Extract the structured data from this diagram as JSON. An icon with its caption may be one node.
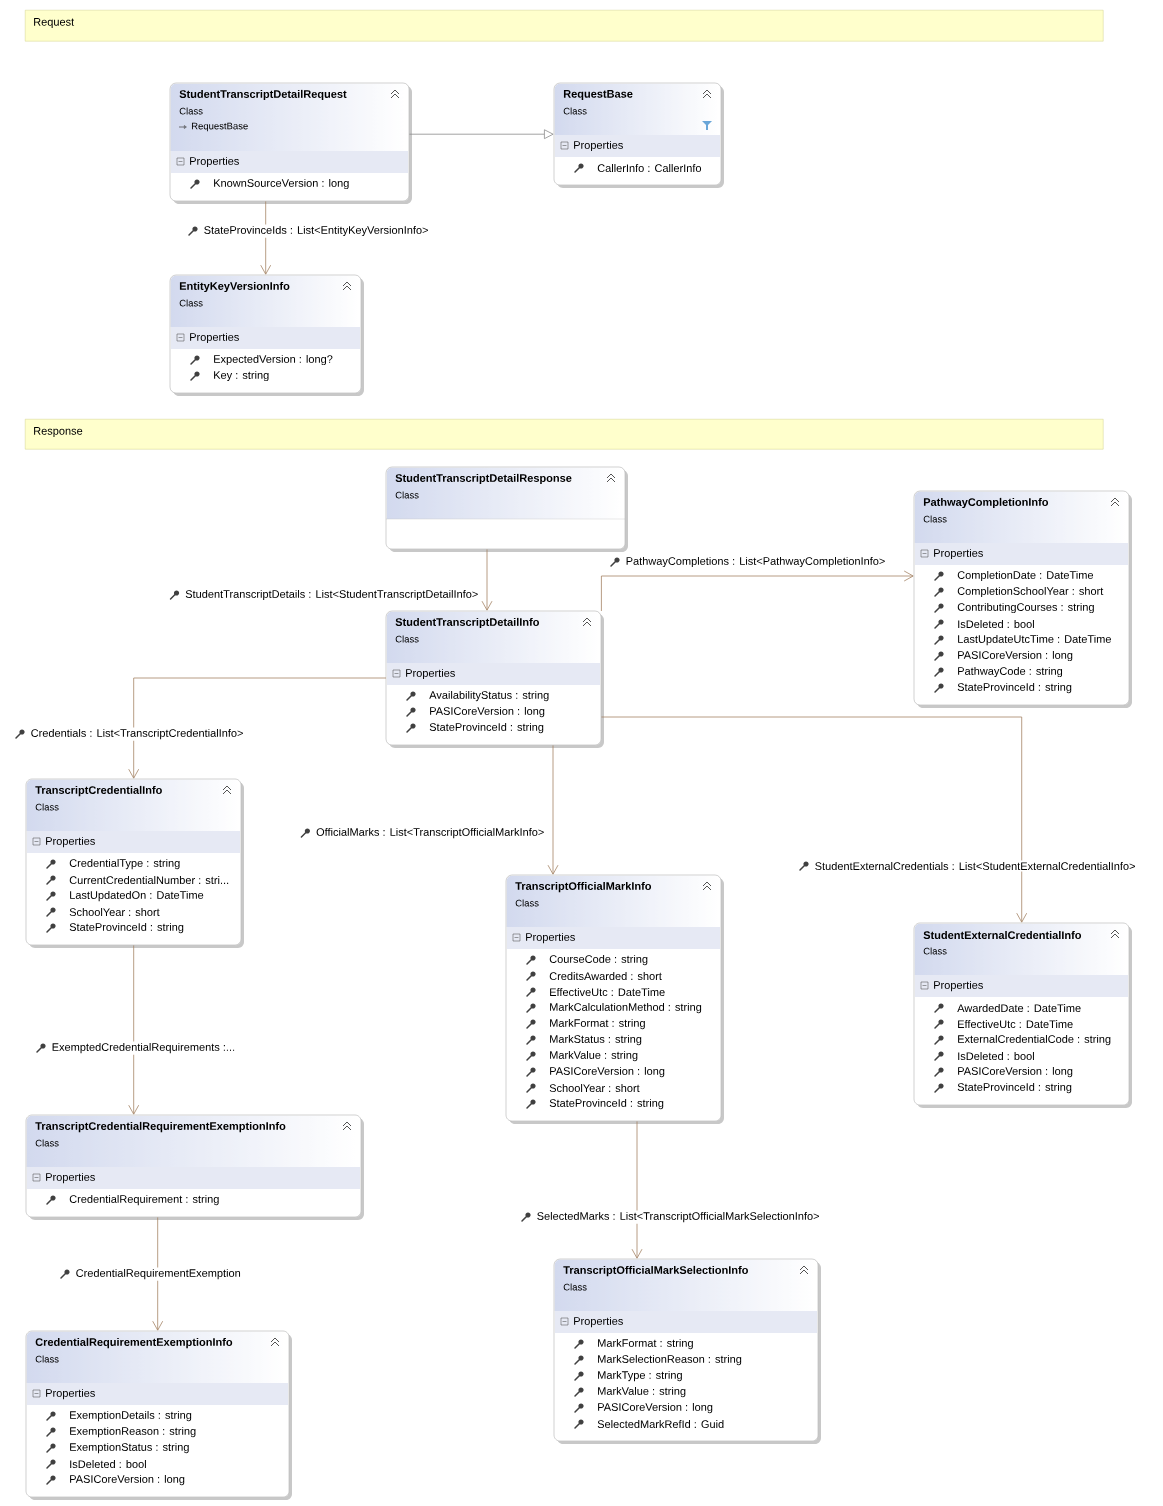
{
  "diagram": {
    "nodes": [
      {
        "text": [
          "Request"
        ]
      },
      {
        "text": [
          "StudentTranscriptDetailRequest",
          "Class",
          "RequestBase",
          "Properties",
          "KnownSourceVersion : long"
        ]
      },
      {
        "text": [
          "RequestBase",
          "Class",
          "Properties",
          "CallerInfo : CallerInfo"
        ]
      },
      {
        "text": [
          "EntityKeyVersionInfo",
          "Class",
          "Properties",
          "ExpectedVersion : long?",
          "Key : string"
        ]
      },
      {
        "text": [
          "Response"
        ]
      },
      {
        "text": [
          "StudentTranscriptDetailResponse",
          "Class"
        ]
      },
      {
        "text": [
          "PathwayCompletionInfo",
          "Class",
          "Properties",
          "CompletionDate : DateTime",
          "CompletionSchoolYear : short",
          "ContributingCourses : string",
          "IsDeleted : bool",
          "LastUpdateUtcTime : DateTime",
          "PASICoreVersion : long",
          "PathwayCode : string",
          "StateProvinceId : string"
        ]
      },
      {
        "text": [
          "StudentTranscriptDetailInfo",
          "Class",
          "Properties",
          "AvailabilityStatus : string",
          "PASICoreVersion : long",
          "StateProvinceId : string"
        ]
      },
      {
        "text": [
          "TranscriptCredentialInfo",
          "Class",
          "Properties",
          "CredentialType : string",
          "CurrentCredentialNumber : stri...",
          "LastUpdatedOn : DateTime",
          "SchoolYear : short",
          "StateProvinceId : string"
        ]
      },
      {
        "text": [
          "TranscriptOfficialMarkInfo",
          "Class",
          "Properties",
          "CourseCode : string",
          "CreditsAwarded : short",
          "EffectiveUtc : DateTime",
          "MarkCalculationMethod : string",
          "MarkFormat : string",
          "MarkStatus : string",
          "MarkValue : string",
          "PASICoreVersion : long",
          "SchoolYear : short",
          "StateProvinceId : string"
        ]
      },
      {
        "text": [
          "StudentExternalCredentialInfo",
          "Class",
          "Properties",
          "AwardedDate : DateTime",
          "EffectiveUtc : DateTime",
          "ExternalCredentialCode : string",
          "IsDeleted : bool",
          "PASICoreVersion : long",
          "StateProvinceId : string"
        ]
      },
      {
        "text": [
          "TranscriptCredentialRequirementExemptionInfo",
          "Class",
          "Properties",
          "CredentialRequirement : string"
        ]
      },
      {
        "text": [
          "TranscriptOfficialMarkSelectionInfo",
          "Class",
          "Properties",
          "MarkFormat : string",
          "MarkSelectionReason : string",
          "MarkType : string",
          "MarkValue : string",
          "PASICoreVersion : long",
          "SelectedMarkRefId : Guid"
        ]
      },
      {
        "text": [
          "CredentialRequirementExemptionInfo",
          "Class",
          "Properties",
          "ExemptionDetails : string",
          "ExemptionReason : string",
          "ExemptionStatus : string",
          "IsDeleted : bool",
          "PASICoreVersion : long"
        ]
      }
    ],
    "edges": [
      {
        "from": 1,
        "to": 2,
        "arrow": "to",
        "color": "#8c8c8c"
      },
      {
        "from": 1,
        "to": 3,
        "arrow": "to",
        "label": "StateProvinceIds : List<EntityKeyVersionInfo>"
      },
      {
        "from": 5,
        "to": 7,
        "arrow": "to",
        "label": "StudentTranscriptDetails : List<StudentTranscriptDetailInfo>"
      },
      {
        "from": 7,
        "to": 6,
        "arrow": "to",
        "label": "PathwayCompletions : List<PathwayCompletionInfo>"
      },
      {
        "from": 7,
        "to": 8,
        "arrow": "to",
        "label": "Credentials : List<TranscriptCredentialInfo>"
      },
      {
        "from": 7,
        "to": 9,
        "arrow": "to",
        "label": "OfficialMarks : List<TranscriptOfficialMarkInfo>"
      },
      {
        "from": 7,
        "to": 10,
        "arrow": "to",
        "label": "StudentExternalCredentials : List<StudentExternalCredentialInfo>"
      },
      {
        "from": 8,
        "to": 11,
        "arrow": "to",
        "label": "ExemptedCredentialRequirements :..."
      },
      {
        "from": 9,
        "to": 12,
        "arrow": "to",
        "label": "SelectedMarks : List<TranscriptOfficialMarkSelectionInfo>"
      },
      {
        "from": 11,
        "to": 13,
        "arrow": "to",
        "label": "CredentialRequirementExemption"
      }
    ]
  }
}
